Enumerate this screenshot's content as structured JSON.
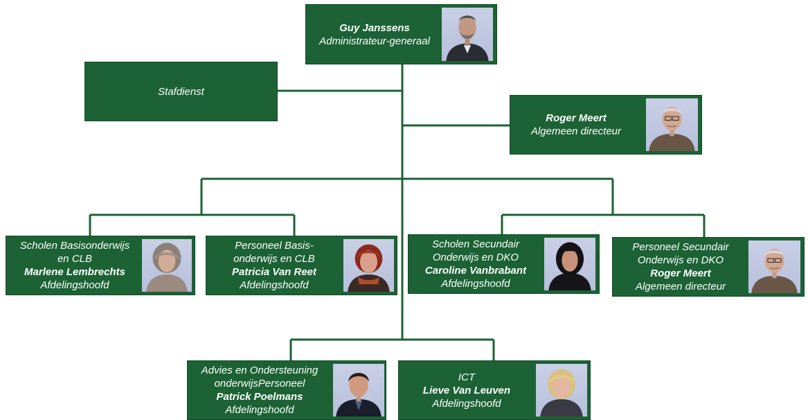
{
  "colors": {
    "box": "#1c6235",
    "line": "#1c6235",
    "text": "#ffffff"
  },
  "nodes": {
    "director_general": {
      "name": "Guy Janssens",
      "role": "Administrateur-generaal",
      "photo_icon": "portrait-man-grey-beard"
    },
    "staff": {
      "label": "Stafdienst"
    },
    "general_director": {
      "name": "Roger Meert",
      "role": "Algemeen directeur",
      "photo_icon": "portrait-man-glasses"
    },
    "basis_scholen": {
      "line1": "Scholen Basisonderwijs",
      "line2": "en CLB",
      "name": "Marlene Lembrechts",
      "role": "Afdelingshoofd",
      "photo_icon": "portrait-woman-curly-hair"
    },
    "basis_personeel": {
      "line1": "Personeel Basis-",
      "line2": "onderwijs en CLB",
      "name": "Patricia Van Reet",
      "role": "Afdelingshoofd",
      "photo_icon": "portrait-woman-red-hair"
    },
    "secundair_scholen": {
      "line1": "Scholen Secundair",
      "line2": "Onderwijs en DKO",
      "name": "Caroline Vanbrabant",
      "role": "Afdelingshoofd",
      "photo_icon": "portrait-woman-dark-hair"
    },
    "secundair_personeel": {
      "line1": "Personeel Secundair",
      "line2": "Onderwijs en DKO",
      "name": "Roger Meert",
      "role": "Algemeen directeur",
      "photo_icon": "portrait-man-glasses"
    },
    "advies": {
      "line1": "Advies en Ondersteuning",
      "line2": "onderwijsPersoneel",
      "name": "Patrick Poelmans",
      "role": "Afdelingshoofd",
      "photo_icon": "portrait-man-dark-hair"
    },
    "ict": {
      "line1": "ICT",
      "name": "Lieve Van Leuven",
      "role": "Afdelingshoofd",
      "photo_icon": "portrait-woman-blonde"
    }
  }
}
